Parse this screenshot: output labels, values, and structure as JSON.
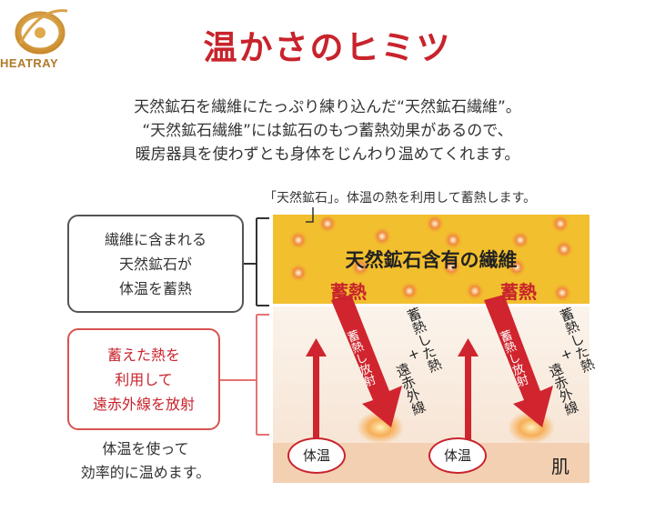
{
  "logo": {
    "text": "HEATRAY"
  },
  "title": "温かさのヒミツ",
  "intro": [
    "天然鉱石を繊維にたっぷり練り込んだ“天然鉱石繊維”。",
    "“天然鉱石繊維”には鉱石のもつ蓄熱効果があるので、",
    "暖房器具を使わずとも身体をじんわり温めてくれます。"
  ],
  "caption": "「天然鉱石」。体温の熱を利用して蓄熱します。",
  "box_top": [
    "繊維に含まれる",
    "天然鉱石が",
    "体温を蓄熱"
  ],
  "box_mid": [
    "蓄えた熱を",
    "利用して",
    "遠赤外線を放射"
  ],
  "body_text": [
    "体温を使って",
    "効率的に温めます。"
  ],
  "fiber_label": "天然鉱石含有の繊維",
  "chikunetsu": "蓄熱",
  "arrow_label": "蓄熱し放射",
  "radiation_label": {
    "line1": "蓄熱した熱",
    "plus": "+",
    "line2": "遠赤外線"
  },
  "taion": "体温",
  "skin": "肌",
  "colors": {
    "red": "#c8232c",
    "fiber": "#f2bf2e",
    "skin": "#f4d0b2",
    "dot": "#e8672a"
  }
}
